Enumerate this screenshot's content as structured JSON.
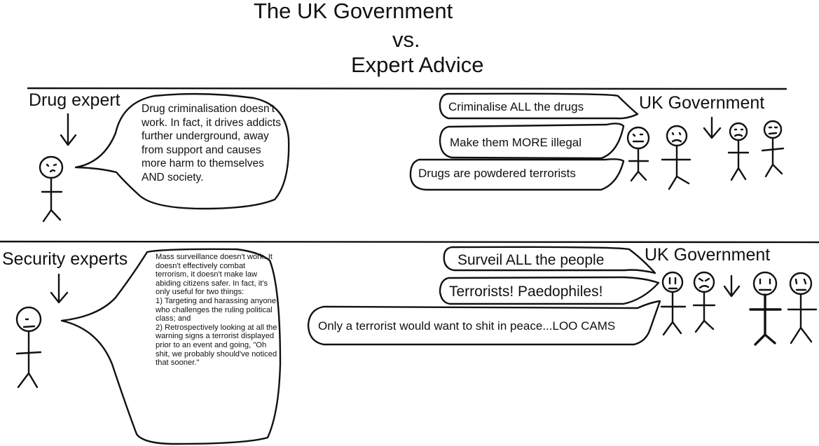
{
  "title": {
    "line1": "The UK Government",
    "line2": "vs.",
    "line3": "Expert Advice"
  },
  "panel1": {
    "expert_label": "Drug expert",
    "expert_speech": "Drug criminalisation doesn't work. In fact, it drives addicts further underground, away from support and causes more harm to themselves AND society.",
    "government_label": "UK Government",
    "government_speech": [
      "Criminalise ALL the drugs",
      "Make them MORE illegal",
      "Drugs are powdered terrorists"
    ]
  },
  "panel2": {
    "expert_label": "Security experts",
    "expert_speech": "Mass surveillance doesn't work. It doesn't effectively combat terrorism, it doesn't make law abiding citizens safer. In fact, it's only useful for two things:\n1) Targeting and harassing anyone who challenges the ruling political class; and\n2) Retrospectively looking at all the warning signs a terrorist displayed prior to an event and going, \"Oh shit, we probably should've noticed that sooner.\"",
    "government_label": "UK Government",
    "government_speech": [
      "Surveil ALL the people",
      "Terrorists! Paedophiles!",
      "Only a terrorist would want to shit in peace...LOO CAMS"
    ]
  }
}
